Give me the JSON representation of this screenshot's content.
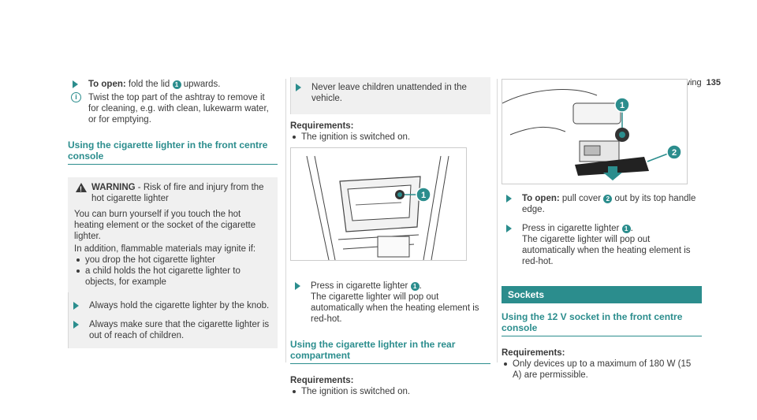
{
  "header": {
    "section": "Seats and stowing",
    "page": "135"
  },
  "col1": {
    "open_label": "To open:",
    "open_text": " fold the lid ",
    "open_text2": " upwards.",
    "tip": "Twist the top part of the ashtray to remove it for cleaning, e.g. with clean, lukewarm water, or for emptying.",
    "section_title": "Using the cigarette lighter in the front centre console",
    "warning_label": "WARNING",
    "warning_title": " - Risk of fire and injury from the hot cigarette lighter",
    "warning_p1": "You can burn yourself if you touch the hot heating element or the socket of the cigarette lighter.",
    "warning_p2": "In addition, flammable materials may ignite if:",
    "warning_bullets": [
      "you drop the hot cigarette lighter",
      "a child holds the hot cigarette lighter to objects, for example"
    ],
    "step1": "Always hold the cigarette lighter by the knob.",
    "step2": "Always make sure that the cigarette lighter is out of reach of children."
  },
  "col2": {
    "step_never": "Never leave children unattended in the vehicle.",
    "req_label": "Requirements:",
    "req1": "The ignition is switched on.",
    "press": "Press in cigarette lighter ",
    "press2": ".",
    "press_detail": "The cigarette lighter will pop out automatically when the heating element is red-hot.",
    "section_title": "Using the cigarette lighter in the rear compartment",
    "req_label2": "Requirements:",
    "req2": "The ignition is switched on."
  },
  "col3": {
    "open_label": "To open:",
    "open_text": " pull cover ",
    "open_text2": " out by its top handle edge.",
    "press": "Press in cigarette lighter ",
    "press2": ".",
    "press_detail": "The cigarette lighter will pop out automatically when the heating element is red-hot.",
    "band": "Sockets",
    "section_title": "Using the 12 V socket in the front centre console",
    "req_label": "Requirements:",
    "req1": "Only devices up to a maximum of 180 W (15 A) are permissible."
  },
  "callouts": {
    "one": "1",
    "two": "2"
  },
  "colors": {
    "accent": "#2b8d8d",
    "text": "#3a3a3a",
    "box": "#f0f0f0"
  }
}
